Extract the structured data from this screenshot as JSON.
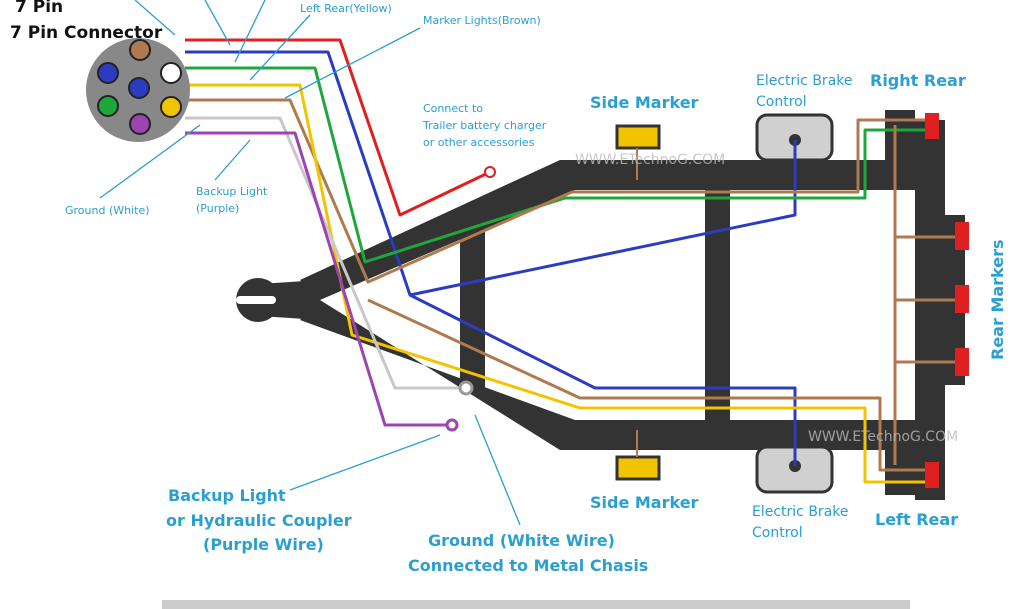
{
  "title": "7 Pin Connector",
  "labels": {
    "left_rear_yellow": "Left Rear(Yellow)",
    "marker_lights": "Marker Lights(Brown)",
    "connect_to": [
      "Connect to",
      "Trailer battery charger",
      "or  other accessories"
    ],
    "ground_white": "Ground (White)",
    "backup_purple": [
      "Backup Light",
      "(Purple)"
    ],
    "side_marker_top": "Side Marker",
    "side_marker_bottom": "Side Marker",
    "brake_top": [
      "Electric Brake",
      "Control"
    ],
    "brake_bottom": [
      "Electric Brake",
      "Control"
    ],
    "right_rear": "Right Rear",
    "left_rear": "Left Rear",
    "rear_markers": "Rear Markers",
    "backup_coupler": [
      "Backup Light",
      "or Hydraulic Coupler",
      "(Purple Wire)"
    ],
    "ground_chassis": [
      "Ground (White Wire)",
      "Connected to Metal Chasis"
    ]
  },
  "watermarks": [
    "WWW.ETechnoG.COM",
    "WWW.ETechnoG.COM"
  ],
  "colors": {
    "label": "#2a9fd0",
    "frame": "#333333",
    "red": "#e02020",
    "blue": "#2c3cc0",
    "green": "#1fa83a",
    "yellow": "#f2c400",
    "brown": "#b07a50",
    "white": "#c8c8c8",
    "purple": "#9a45b0",
    "connector": "#888888"
  }
}
